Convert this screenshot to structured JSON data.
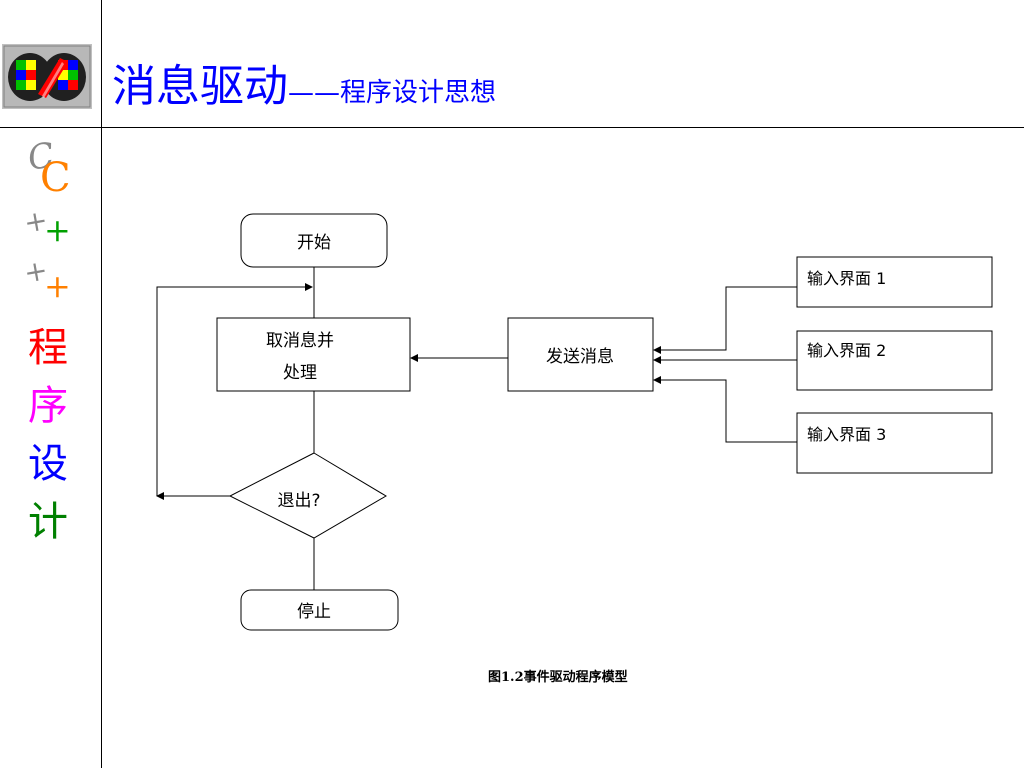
{
  "header": {
    "title": "消息驱动",
    "dash": "——",
    "subtitle": "程序设计思想"
  },
  "sidebar": {
    "chars": [
      "C",
      "+",
      "+",
      "程",
      "序",
      "设",
      "计"
    ],
    "colors": [
      "#ff8000",
      "#00a000",
      "#ff8000",
      "#ff0000",
      "#ff00ff",
      "#0000ff",
      "#008000"
    ]
  },
  "flowchart": {
    "start": "开始",
    "process_line1": "取消息并",
    "process_line2": "处理",
    "send": "发送消息",
    "decision": "退出?",
    "stop": "停止",
    "inputs": [
      "输入界面 1",
      "输入界面 2",
      "输入界面 3"
    ]
  },
  "caption": "图1.2事件驱动程序模型",
  "colors": {
    "title": "#0000ff",
    "line": "#000000"
  }
}
